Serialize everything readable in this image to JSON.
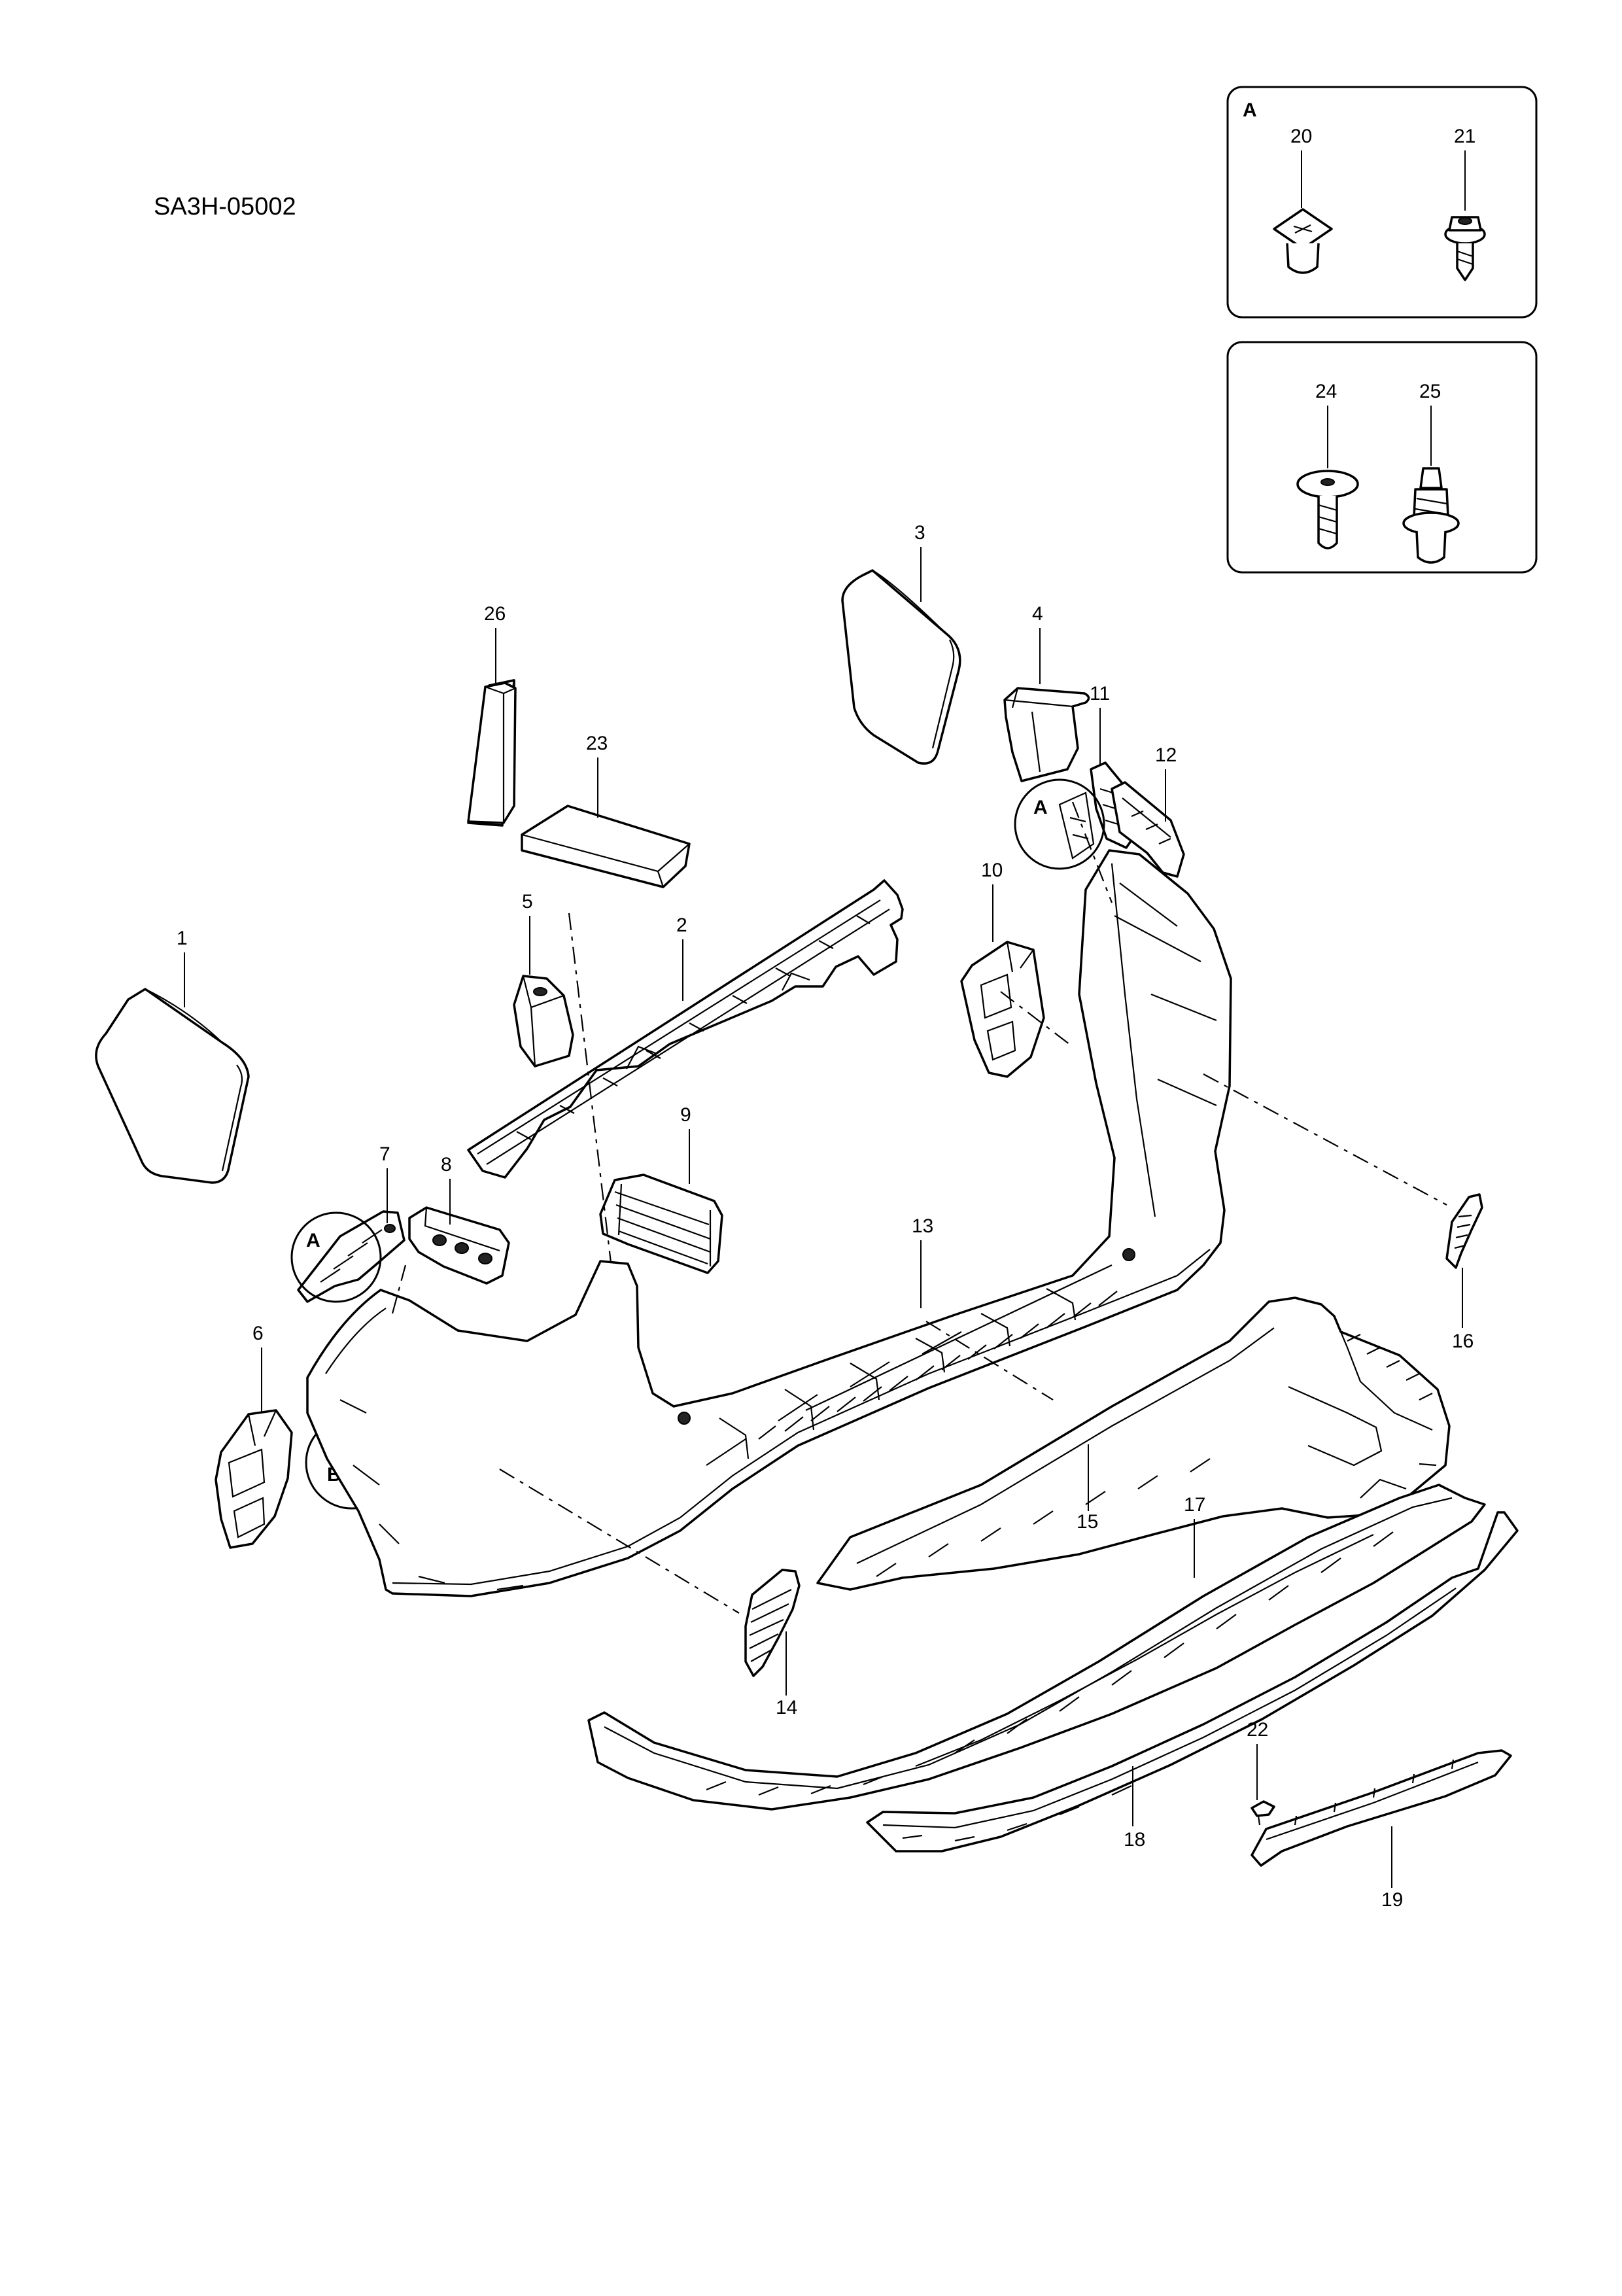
{
  "diagram_code": "SA3H-05002",
  "detail_boxes": [
    {
      "letter": "A",
      "parts": [
        "20",
        "21"
      ]
    },
    {
      "parts": [
        "24",
        "25"
      ]
    }
  ],
  "callout_letters": [
    "A",
    "A",
    "B"
  ],
  "part_labels": [
    "1",
    "2",
    "3",
    "4",
    "5",
    "6",
    "7",
    "8",
    "9",
    "10",
    "11",
    "12",
    "13",
    "14",
    "15",
    "16",
    "17",
    "18",
    "19",
    "20",
    "21",
    "22",
    "23",
    "24",
    "25",
    "26"
  ]
}
